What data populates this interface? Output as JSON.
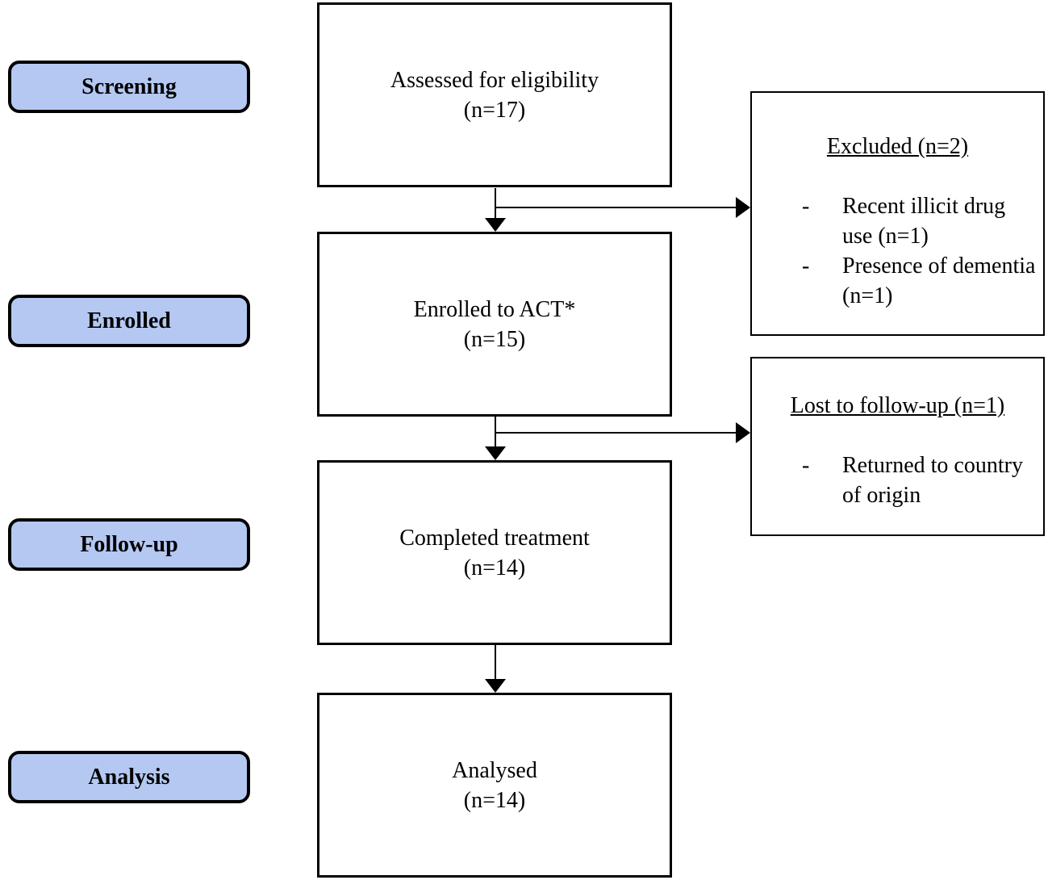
{
  "diagram": {
    "type": "consort-flow",
    "bullet_char": "-",
    "stages": [
      {
        "label": "Screening"
      },
      {
        "label": "Enrolled"
      },
      {
        "label": "Follow-up"
      },
      {
        "label": "Analysis"
      }
    ],
    "flow_boxes": [
      {
        "line1": "Assessed for eligibility",
        "line2": "(n=17)"
      },
      {
        "line1": "Enrolled to ACT*",
        "line2": "(n=15)"
      },
      {
        "line1": "Completed treatment",
        "line2": "(n=14)"
      },
      {
        "line1": "Analysed",
        "line2": "(n=14)"
      }
    ],
    "side_boxes": [
      {
        "title": "Excluded (n=2)",
        "items": [
          "Recent illicit drug use (n=1)",
          "Presence of dementia (n=1)"
        ]
      },
      {
        "title": "Lost to follow-up (n=1)",
        "items": [
          "Returned to country of origin"
        ]
      }
    ],
    "colors": {
      "stage_fill": "#b4c8f2",
      "line": "#000000",
      "background": "#ffffff"
    }
  }
}
